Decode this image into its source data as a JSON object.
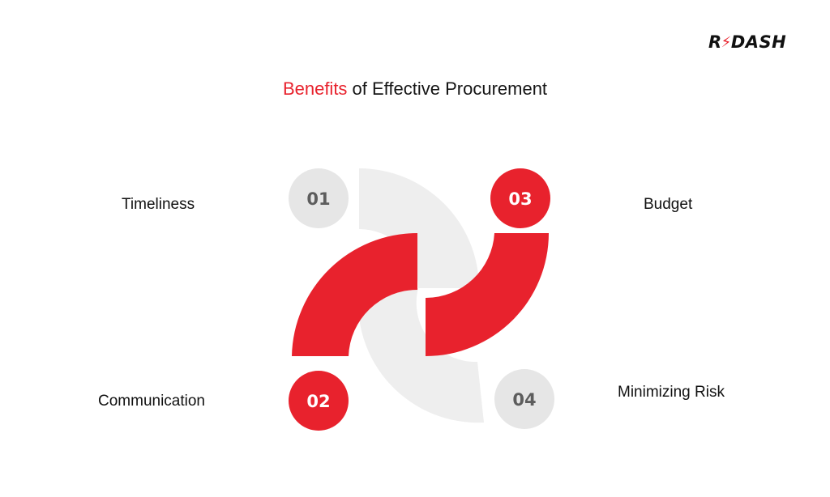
{
  "logo": {
    "left": "R",
    "right": "DASH",
    "bolt_icon": "lightning-bolt-icon"
  },
  "title": {
    "accent": "Benefits",
    "rest": " of Effective Procurement"
  },
  "colors": {
    "accent": "#e8222d",
    "gray_shape": "#eeeeee",
    "gray_circle": "#e6e6e6",
    "gray_number": "#5d5d5d",
    "text": "#111111"
  },
  "steps": [
    {
      "number": "01",
      "label": "Timeliness",
      "style": "gray"
    },
    {
      "number": "02",
      "label": "Communication",
      "style": "red"
    },
    {
      "number": "03",
      "label": "Budget",
      "style": "red"
    },
    {
      "number": "04",
      "label": "Minimizing Risk",
      "style": "gray"
    }
  ]
}
